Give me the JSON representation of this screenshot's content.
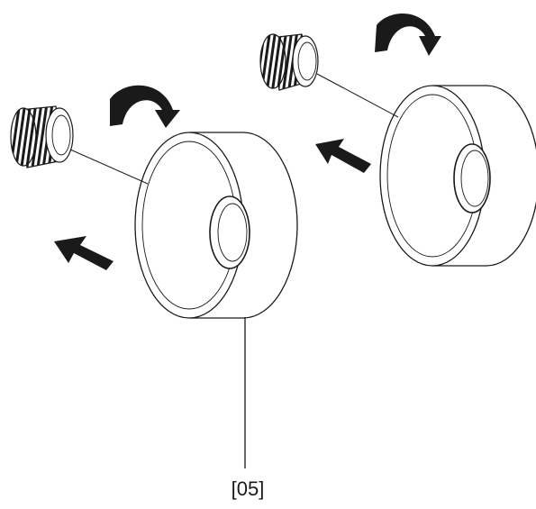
{
  "figure": {
    "callout_label": "[05]",
    "parts": [
      "roller-left",
      "roller-right",
      "threaded-insert-left",
      "threaded-insert-right"
    ],
    "arrows": [
      "insert-arrow-left",
      "insert-arrow-right",
      "rotate-arrow-left",
      "rotate-arrow-right"
    ]
  },
  "colors": {
    "line": "#1a1a1a",
    "fill": "#ffffff",
    "arrow": "#1a1a1a"
  }
}
